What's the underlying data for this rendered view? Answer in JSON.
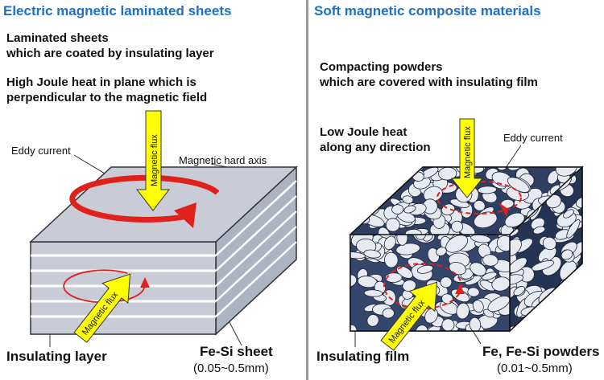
{
  "left": {
    "title": "Electric magnetic laminated sheets",
    "desc1_line1": "Laminated sheets",
    "desc1_line2": "which are coated by insulating layer",
    "desc2_line1": "High Joule heat in plane which is",
    "desc2_line2": "perpendicular to the magnetic field",
    "eddy_label": "Eddy current",
    "hard_axis_label": "Magnetic hard axis",
    "flux_top": "Magnetic flux",
    "flux_side": "Magnetic flux",
    "insulating_label": "Insulating layer",
    "sheet_label": "Fe-Si sheet",
    "sheet_size": "(0.05~0.5mm)"
  },
  "right": {
    "title": "Soft magnetic composite materials",
    "desc1_line1": "Compacting powders",
    "desc1_line2": "which are covered with insulating film",
    "desc2_line1": "Low Joule heat",
    "desc2_line2": "along any direction",
    "eddy_label": "Eddy current",
    "flux_top": "Magnetic flux",
    "flux_side": "Magnetic flux",
    "insulating_label": "Insulating film",
    "powder_label": "Fe, Fe-Si powders",
    "powder_size": "(0.01~0.5mm)"
  },
  "colors": {
    "title": "#1f6fc4",
    "arrow_fill": "#ffff00",
    "eddy_red": "#e0201a",
    "divider": "#9a9a9a",
    "sheet_fill": "#c9ccd6",
    "composite_fill": "#2e3f62",
    "grain_fill": "#e7eaf0"
  }
}
